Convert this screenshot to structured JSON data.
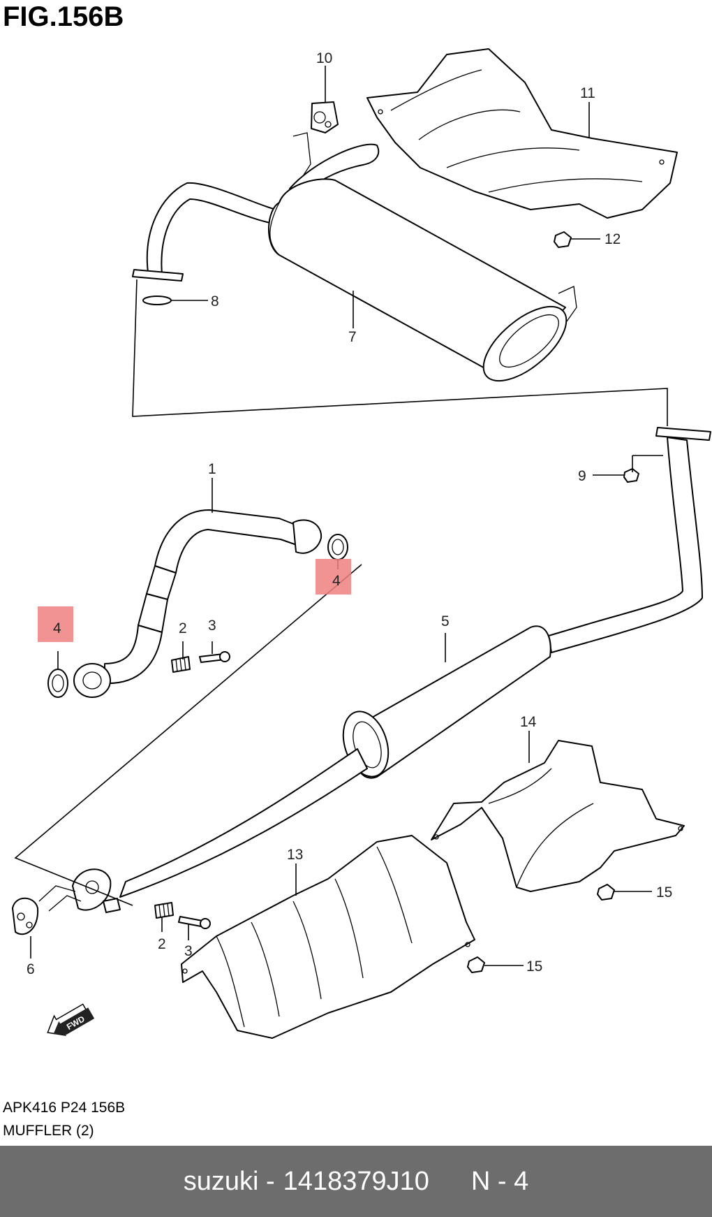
{
  "figure": {
    "title": "FIG.156B"
  },
  "callouts": {
    "c1": "1",
    "c2a": "2",
    "c2b": "2",
    "c3a": "3",
    "c3b": "3",
    "c4a": "4",
    "c4b": "4",
    "c5": "5",
    "c6": "6",
    "c7": "7",
    "c8": "8",
    "c9": "9",
    "c10": "10",
    "c11": "11",
    "c12": "12",
    "c13": "13",
    "c14": "14",
    "c15a": "15",
    "c15b": "15"
  },
  "fwd_label": "FWD",
  "caption": {
    "code": "APK416 P24 156B",
    "name": "MUFFLER (2)"
  },
  "footer": {
    "brand": "suzuki -",
    "part_number": "1418379J10",
    "quantity": "N - 4"
  },
  "colors": {
    "highlight": "#f08080",
    "footer_bg": "#6d6d6d"
  }
}
